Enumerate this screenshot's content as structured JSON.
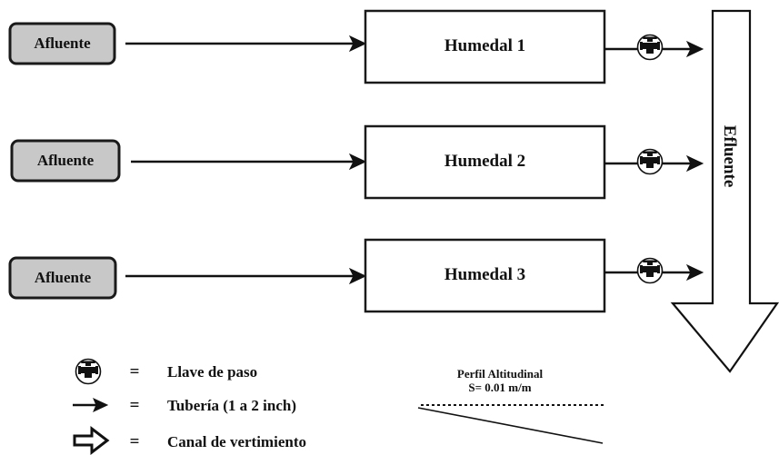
{
  "inflows": [
    {
      "label": "Afluente"
    },
    {
      "label": "Afluente"
    },
    {
      "label": "Afluente"
    }
  ],
  "wetlands": [
    {
      "label": "Humedal 1"
    },
    {
      "label": "Humedal 2"
    },
    {
      "label": "Humedal 3"
    }
  ],
  "outflow": {
    "label": "Efluente"
  },
  "legend": {
    "valve": {
      "symbol": "=",
      "label": "Llave de paso"
    },
    "pipe": {
      "symbol": "=",
      "label": "Tubería (1 a 2 inch)"
    },
    "channel": {
      "symbol": "=",
      "label": "Canal de vertimiento"
    }
  },
  "profile": {
    "title": "Perfil Altitudinal",
    "slope": "S= 0.01 m/m"
  }
}
